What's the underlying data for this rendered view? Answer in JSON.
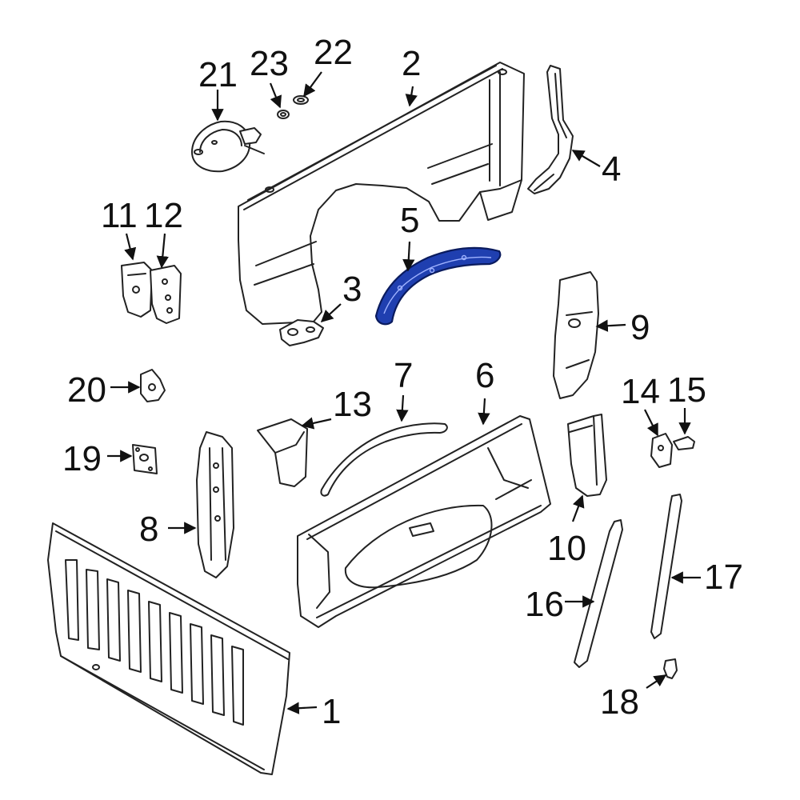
{
  "diagram": {
    "highlight_color": "#1f3fb0",
    "highlighted_part": "5",
    "callouts": [
      {
        "id": "c1",
        "label": "1"
      },
      {
        "id": "c2",
        "label": "2"
      },
      {
        "id": "c3",
        "label": "3"
      },
      {
        "id": "c4",
        "label": "4"
      },
      {
        "id": "c5",
        "label": "5"
      },
      {
        "id": "c6",
        "label": "6"
      },
      {
        "id": "c7",
        "label": "7"
      },
      {
        "id": "c8",
        "label": "8"
      },
      {
        "id": "c9",
        "label": "9"
      },
      {
        "id": "c10",
        "label": "10"
      },
      {
        "id": "c11",
        "label": "11"
      },
      {
        "id": "c12",
        "label": "12"
      },
      {
        "id": "c13",
        "label": "13"
      },
      {
        "id": "c14",
        "label": "14"
      },
      {
        "id": "c15",
        "label": "15"
      },
      {
        "id": "c16",
        "label": "16"
      },
      {
        "id": "c17",
        "label": "17"
      },
      {
        "id": "c18",
        "label": "18"
      },
      {
        "id": "c19",
        "label": "19"
      },
      {
        "id": "c20",
        "label": "20"
      },
      {
        "id": "c21",
        "label": "21"
      },
      {
        "id": "c22",
        "label": "22"
      },
      {
        "id": "c23",
        "label": "23"
      }
    ]
  }
}
